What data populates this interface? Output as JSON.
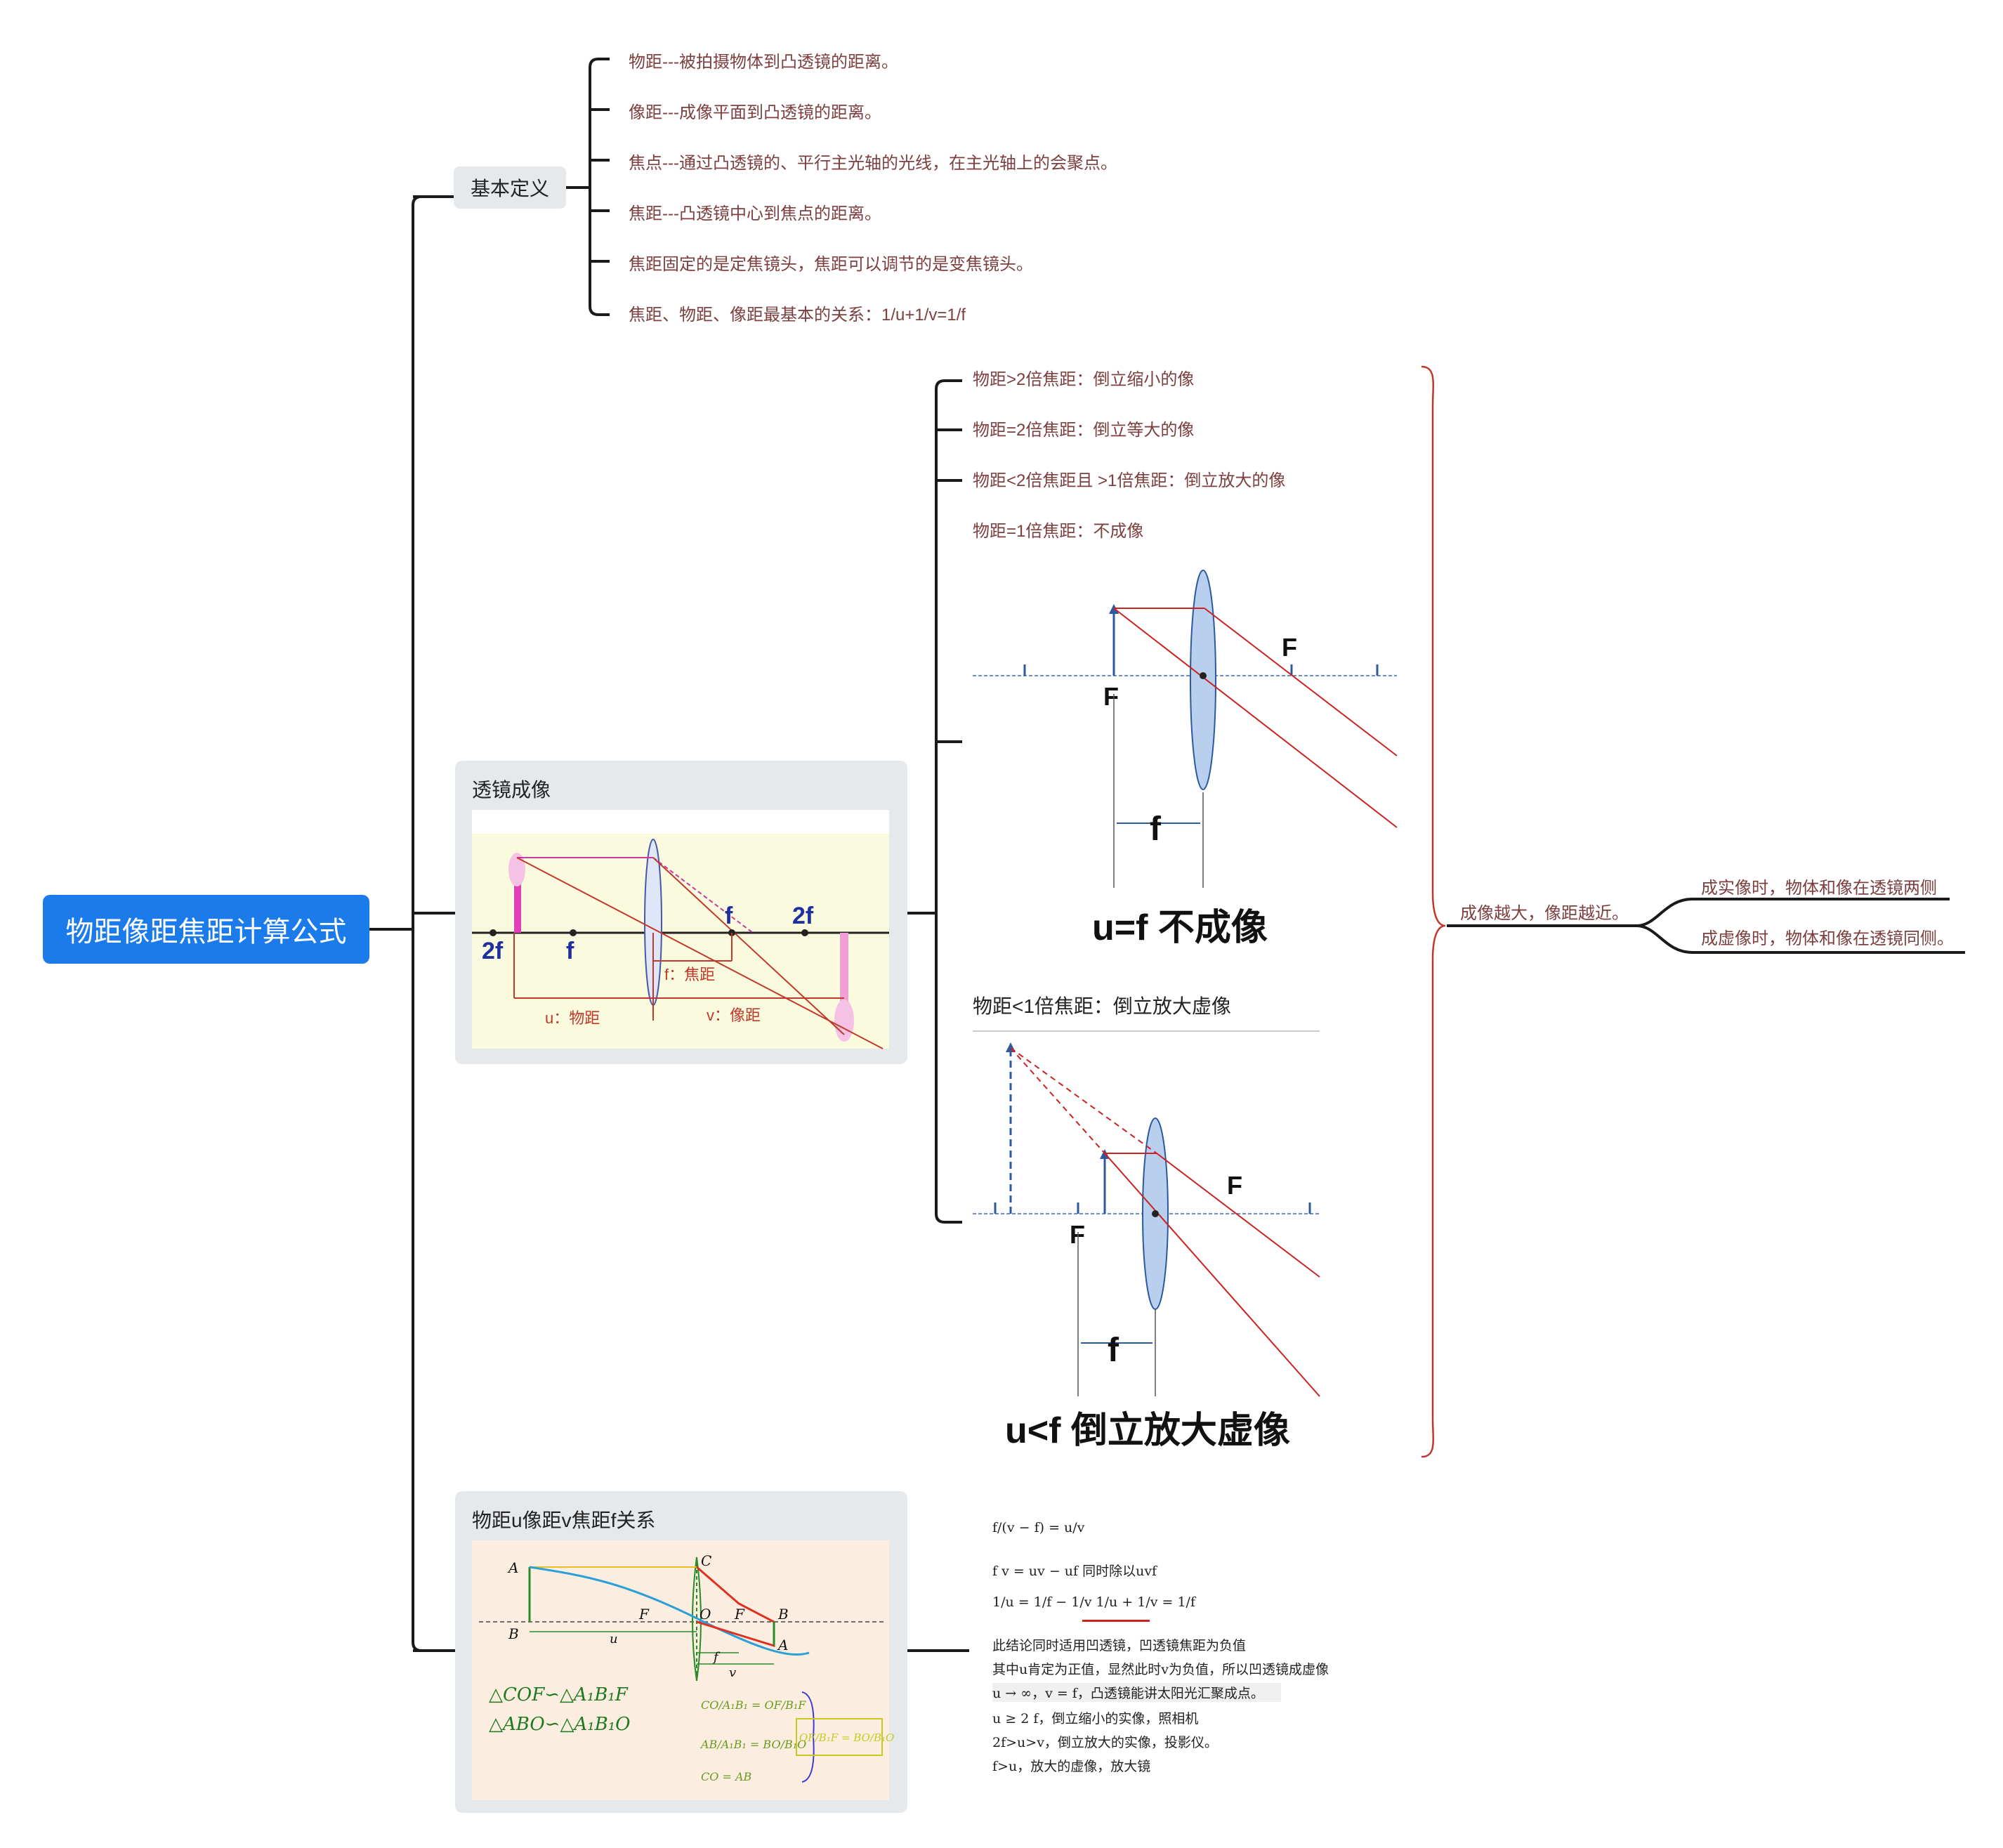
{
  "root": {
    "title": "物距像距焦距计算公式"
  },
  "branches": {
    "definitions": {
      "title": "基本定义",
      "items": [
        "物距---被拍摄物体到凸透镜的距离。",
        "像距---成像平面到凸透镜的距离。",
        "焦点---通过凸透镜的、平行主光轴的光线，在主光轴上的会聚点。",
        "焦距---凸透镜中心到焦点的距离。",
        "焦距固定的是定焦镜头，焦距可以调节的是变焦镜头。",
        "焦距、物距、像距最基本的关系：1/u+1/v=1/f"
      ]
    },
    "imaging": {
      "title": "透镜成像",
      "diagram": {
        "labels": [
          "2f",
          "f",
          "f",
          "2f"
        ],
        "focal": "f：焦距",
        "u": "u：物距",
        "v": "v：像距"
      },
      "cases": [
        "物距>2倍焦距：倒立缩小的像",
        "物距=2倍焦距：倒立等大的像",
        "物距<2倍焦距且 >1倍焦距：倒立放大的像",
        "物距=1倍焦距：不成像"
      ],
      "case_uf": {
        "F_left": "F",
        "F_right": "F",
        "f": "f",
        "caption": "u=f  不成像"
      },
      "virtual": {
        "title": "物距<1倍焦距：倒立放大虚像",
        "F_left": "F",
        "F_right": "F",
        "f": "f",
        "caption": "u<f  倒立放大虚像"
      },
      "summary": {
        "text": "成像越大，像距越近。",
        "children": [
          "成实像时，物体和像在透镜两侧",
          "成虚像时，物体和像在透镜同侧。"
        ]
      }
    },
    "relation": {
      "title": "物距u像距v焦距f关系",
      "diagram": {
        "points": {
          "A": "A",
          "B": "B",
          "C": "C",
          "F": "F",
          "O": "O",
          "F2": "F",
          "B1": "B",
          "A1": "A",
          "u": "u",
          "v": "v",
          "f": "f"
        },
        "sim1": "△COF∽△A₁B₁F",
        "sim2": "△ABO∽△A₁B₁O",
        "ratio1": "CO/A₁B₁ = OF/B₁F",
        "ratio2": "AB/A₁B₁ = BO/B₁O",
        "eq": "CO = AB",
        "result": "OF/B₁F = BO/B₁O"
      },
      "formulas": [
        "f/(v − f) = u/v",
        "f v = uv − uf  同时除以uvf",
        "1/u = 1/f − 1/v        1/u + 1/v = 1/f",
        "此结论同时适用凹透镜，凹透镜焦距为负值",
        "其中u肯定为正值，显然此时v为负值，所以凹透镜成虚像",
        "u → ∞，v = f，凸透镜能讲太阳光汇聚成点。",
        "u ≥ 2 f，倒立缩小的实像，照相机",
        "2f>u>v，倒立放大的实像，投影仪。",
        "f>u，放大的虚像，放大镜"
      ]
    }
  },
  "colors": {
    "root": "#1b7bea",
    "leaf_text": "#7d3f3f",
    "brace": "#c0392b",
    "card": "#e6e9ec"
  }
}
